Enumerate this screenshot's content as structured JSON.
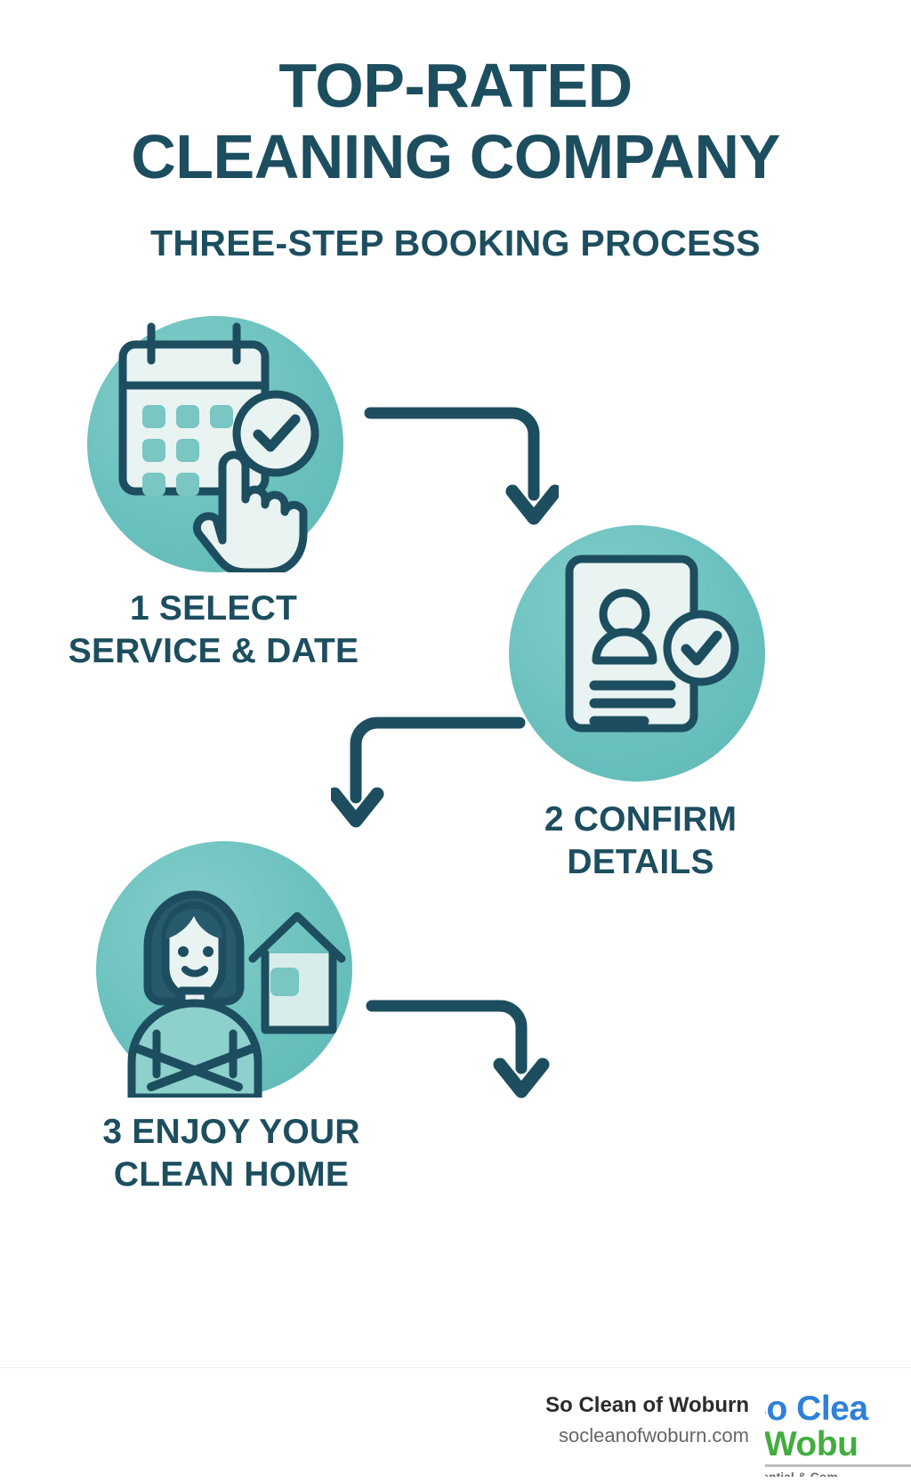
{
  "header": {
    "title_line1": "TOP-RATED",
    "title_line2": "CLEANING COMPANY",
    "subtitle": "THREE-STEP BOOKING PROCESS"
  },
  "steps": [
    {
      "number": "1",
      "label_line1": "1  SELECT",
      "label_line2": "SERVICE & DATE",
      "icon": "calendar-click-check-icon"
    },
    {
      "number": "2",
      "label_line1": "2  CONFIRM",
      "label_line2": "DETAILS",
      "icon": "document-person-check-icon"
    },
    {
      "number": "3",
      "label_line1": "3 ENJOY YOUR",
      "label_line2": "CLEAN HOME",
      "icon": "happy-woman-house-icon"
    }
  ],
  "arrows": [
    {
      "name": "arrow-step1-to-step2",
      "direction": "right-then-down"
    },
    {
      "name": "arrow-step2-to-step3",
      "direction": "left-then-down"
    },
    {
      "name": "arrow-step3-outward",
      "direction": "right-then-down"
    }
  ],
  "footer": {
    "business_name": "So Clean of Woburn",
    "website": "socleanofwoburn.com",
    "logo_line1": "So Clea",
    "logo_line2": "f Wobu",
    "logo_tagline": "sidential & Com"
  },
  "colors": {
    "dark_teal": "#1d4e5f",
    "circle_teal": "#6ec4c0",
    "icon_fill_light": "#e8f3f2",
    "logo_blue": "#2f80d8",
    "logo_green": "#43ad3f",
    "footer_text": "#2b2b2b",
    "footer_url": "#666666",
    "background": "#ffffff"
  }
}
